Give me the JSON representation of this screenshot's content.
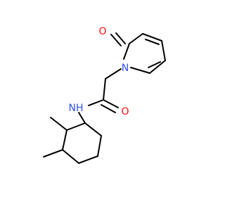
{
  "molecule": {
    "atoms": {
      "oxygen_pyridone": {
        "symbol": "O",
        "color": "#ff0d0d"
      },
      "nitrogen_ring": {
        "symbol": "N",
        "color": "#3050f8"
      },
      "nitrogen_amide": {
        "symbol": "NH",
        "color": "#3050f8"
      },
      "oxygen_amide": {
        "symbol": "O",
        "color": "#ff0d0d"
      }
    },
    "bond_color": "#000000"
  }
}
